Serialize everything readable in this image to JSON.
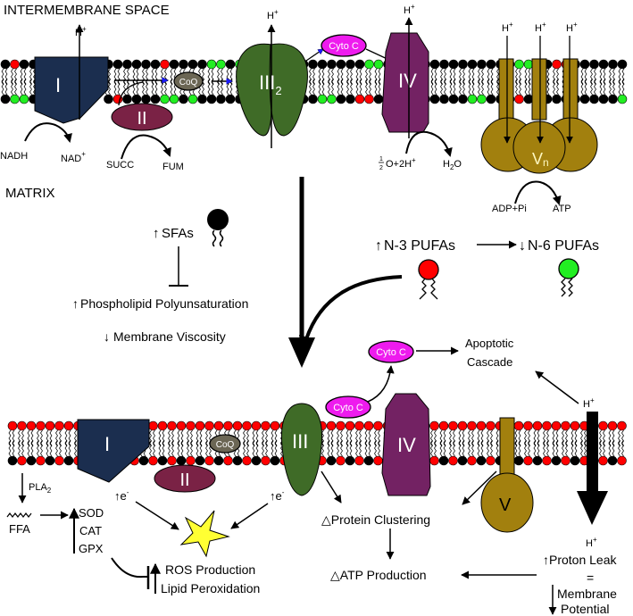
{
  "colors": {
    "complex_I": "#1b2e4f",
    "complex_II": "#7a2245",
    "complex_III": "#3f6b27",
    "complex_IV": "#732263",
    "complex_V": "#a2800e",
    "coq": "#6b6654",
    "cyto_c": "#ee1bee",
    "lipid_saturated": "#000000",
    "lipid_n3": "#ff0000",
    "lipid_n6": "#22ee22",
    "ros_star": "#ffff33",
    "electron_arrow": "#1a1aff"
  },
  "top": {
    "region_label": "INTERMEMBRANE SPACE",
    "matrix_label": "MATRIX",
    "complex_I": "I",
    "complex_II": "II",
    "complex_III": "III",
    "complex_III_sub": "2",
    "complex_IV": "IV",
    "complex_V": "V",
    "complex_V_sub": "n",
    "coq": "CoQ",
    "cyto_c": "Cyto C",
    "proton": "H",
    "proton_sup": "+",
    "nadh": "NADH",
    "nad": "NAD",
    "nad_sup": "+",
    "succ": "SUCC",
    "fum": "FUM",
    "oxygen_frac_num": "1",
    "oxygen_frac_den": "2",
    "oxygen_rest": "O+2H",
    "oxygen_sup": "+",
    "water_h": "H",
    "water_sub": "2",
    "water_o": "O",
    "adp": "ADP+Pi",
    "atp": "ATP"
  },
  "middle": {
    "sfas": "SFAs",
    "phospholipid": "Phospholipid Polyunsaturation",
    "viscosity": "Membrane Viscosity",
    "n3": "N-3 PUFAs",
    "n6": "N-6 PUFAs"
  },
  "bottom": {
    "complex_I": "I",
    "complex_II": "II",
    "complex_III": "III",
    "complex_IV": "IV",
    "complex_V": "V",
    "coq": "CoQ",
    "cyto_c": "Cyto C",
    "apoptotic_1": "Apoptotic",
    "apoptotic_2": "Cascade",
    "proton": "H",
    "proton_sup": "+",
    "pla2": "PLA",
    "pla2_sub": "2",
    "ffa": "FFA",
    "sod": "SOD",
    "cat": "CAT",
    "gpx": "GPX",
    "electron": "e",
    "electron_sup": "-",
    "ros": "ROS Production",
    "lipid_perox": "Lipid Peroxidation",
    "protein_clustering": "Protein Clustering",
    "atp_production": "ATP Production",
    "delta": "△",
    "proton_leak": "Proton Leak",
    "equals": "=",
    "membrane": "Membrane",
    "potential": "Potential"
  }
}
